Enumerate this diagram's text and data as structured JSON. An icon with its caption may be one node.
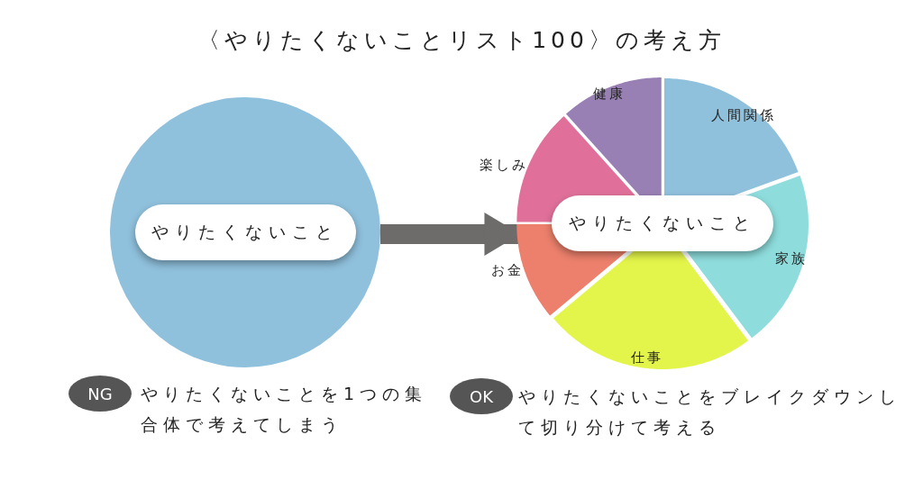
{
  "diagram": {
    "title": "〈やりたくないことリスト100〉の考え方",
    "nodes": [
      {
        "text": [],
        "shape": "circle"
      },
      {
        "text": [
          "やりたくないこと"
        ],
        "in": 0
      },
      {
        "text": [],
        "shape": "circle"
      },
      {
        "text": [
          "健康"
        ],
        "in": 2
      },
      {
        "text": [
          "人間関係"
        ],
        "in": 2
      },
      {
        "text": [
          "楽しみ"
        ],
        "in": 2
      },
      {
        "text": [
          "家族"
        ],
        "in": 2
      },
      {
        "text": [
          "お金"
        ],
        "in": 2
      },
      {
        "text": [
          "仕事"
        ],
        "in": 2
      },
      {
        "text": [
          "やりたくないこと"
        ],
        "in": 2
      },
      {
        "text": [
          "NG"
        ],
        "beside": [
          "やりたくないことを1つの集合体で考えてしまう"
        ]
      },
      {
        "text": [
          "OK"
        ],
        "beside": [
          "やりたくないことをブレイクダウンして切り分けて考える"
        ]
      }
    ],
    "edges": [
      {
        "from": 0,
        "to": 2,
        "arrow": "to"
      }
    ]
  }
}
